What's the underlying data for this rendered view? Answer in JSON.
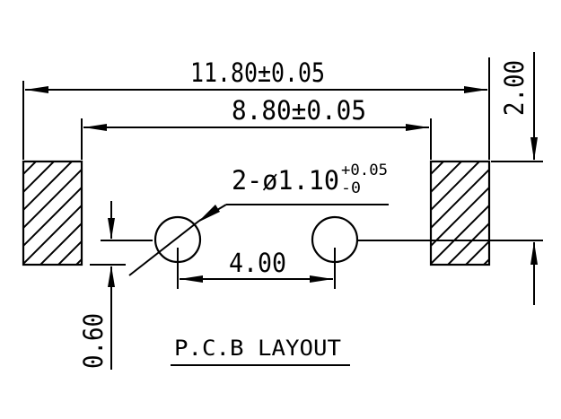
{
  "dimensions": {
    "overall_width": "11.80±0.05",
    "inner_width": "8.80±0.05",
    "pad_height": "2.00",
    "hole_pitch": "4.00",
    "hole_offset": "0.60",
    "hole_callout": {
      "prefix": "2-ø1.10",
      "upper_tolerance": "+0.05",
      "lower_tolerance": "-0"
    }
  },
  "caption": "P.C.B LAYOUT"
}
